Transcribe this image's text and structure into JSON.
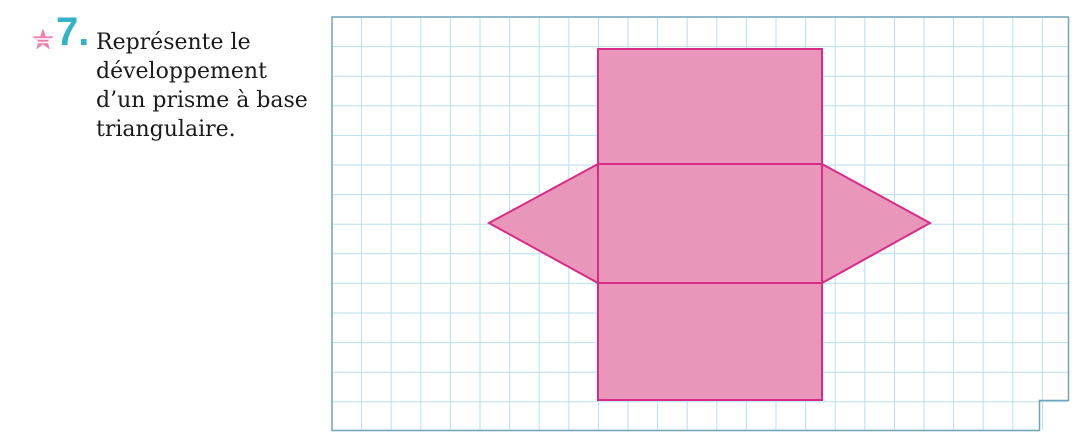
{
  "exercise": {
    "number": "7.",
    "difficulty_icon": "star-icon",
    "instruction": "Représente le\ndéveloppement\nd’un prisme à base\ntriangulaire."
  },
  "figure": {
    "background": "grid-paper",
    "colors": {
      "grid_line": "#b7e0ee",
      "border": "#6fa3b8",
      "shape_fill": "#e897bb",
      "shape_stroke": "#d92b86",
      "accent": "#33b3c9",
      "star": "#ef7fb0"
    },
    "net": {
      "shape": "triangular prism net",
      "faces": [
        "rectangle",
        "rectangle",
        "rectangle",
        "triangle",
        "triangle"
      ]
    }
  }
}
